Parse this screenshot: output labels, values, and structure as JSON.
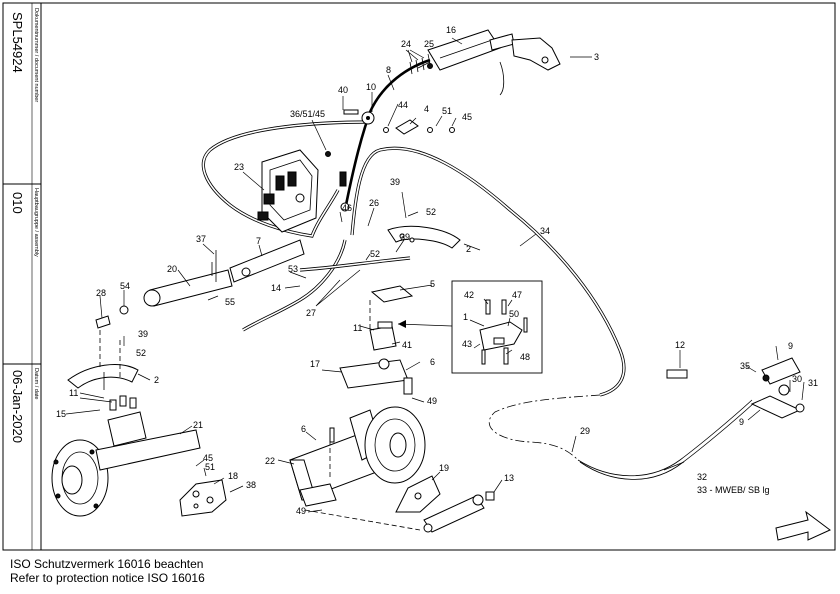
{
  "side_panel": {
    "document_number": "SPL54924",
    "document_number_caption": "Dokumentnummer / document number",
    "assembly": "010",
    "assembly_caption": "Hauptbaugruppe / assembly",
    "date": "06-Jan-2020",
    "date_caption": "Datum / date"
  },
  "footer": {
    "line1": "ISO Schutzvermerk 16016 beachten",
    "line2": "Refer to protection notice ISO 16016"
  },
  "callouts": {
    "c1": "1",
    "c2a": "2",
    "c2b": "2",
    "c3": "3",
    "c4": "4",
    "c5": "5",
    "c6a": "6",
    "c6b": "6",
    "c7": "7",
    "c8": "8",
    "c9a": "9",
    "c9b": "9",
    "c10": "10",
    "c11a": "11",
    "c11b": "11",
    "c12": "12",
    "c13": "13",
    "c14": "14",
    "c15": "15",
    "c16": "16",
    "c17": "17",
    "c18": "18",
    "c19": "19",
    "c20": "20",
    "c21": "21",
    "c22": "22",
    "c23": "23",
    "c24": "24",
    "c25": "25",
    "c26": "26",
    "c27": "27",
    "c28": "28",
    "c29": "29",
    "c30": "30",
    "c31": "31",
    "c32": "32",
    "c33": "33 - MWEB/ SB lg",
    "c34": "34",
    "c35": "35",
    "c3651": "36/51/45",
    "c37": "37",
    "c38": "38",
    "c39a": "39",
    "c39b": "39",
    "c39c": "39",
    "c40": "40",
    "c41": "41",
    "c42": "42",
    "c43": "43",
    "c44": "44",
    "c45a": "45",
    "c45b": "45",
    "c46": "46",
    "c47": "47",
    "c48": "48",
    "c49a": "49",
    "c49b": "49",
    "c50": "50",
    "c51a": "51",
    "c51b": "51",
    "c52a": "52",
    "c52b": "52",
    "c52c": "52",
    "c53": "53",
    "c54": "54",
    "c55": "55"
  }
}
